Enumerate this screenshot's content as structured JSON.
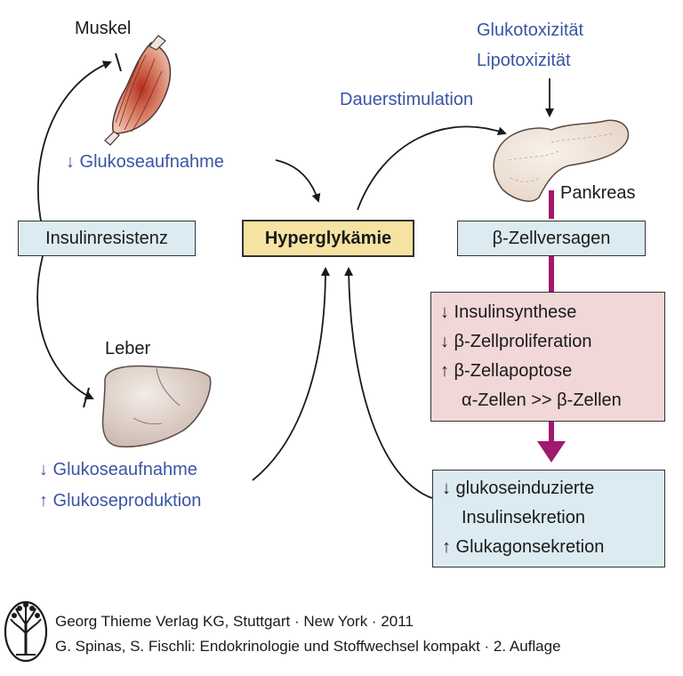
{
  "muscle": {
    "label": "Muskel",
    "effect": "↓ Glukoseaufnahme"
  },
  "liver": {
    "label": "Leber",
    "effects": [
      "↓ Glukoseaufnahme",
      "↑ Glukoseproduktion"
    ]
  },
  "insulin_resistance": "Insulinresistenz",
  "hyperglycemia": "Hyperglykämie",
  "toxicity": [
    "Glukotoxizität",
    "Lipotoxizität"
  ],
  "stimulation": "Dauerstimulation",
  "pancreas": "Pankreas",
  "beta_failure": "β-Zellversagen",
  "beta_effects": [
    "↓ Insulinsynthese",
    "↓ β-Zellproliferation",
    "↑ β-Zellapoptose",
    "α-Zellen >> β-Zellen"
  ],
  "secretion_effects": [
    "↓ glukoseinduzierte",
    "Insulinsekretion",
    "↑ Glukagonsekretion"
  ],
  "footer": {
    "line1": "Georg Thieme Verlag KG, Stuttgart · New York · 2011",
    "line2": "G. Spinas, S. Fischli: Endokrinologie und Stoffwechsel kompakt · 2. Auflage"
  },
  "colors": {
    "blue_text": "#3a55a4",
    "arrow_magenta": "#a0196f",
    "box_blue": "#dcebf2",
    "box_yellow": "#f6e3a2",
    "box_pink": "#f1d7d8"
  }
}
